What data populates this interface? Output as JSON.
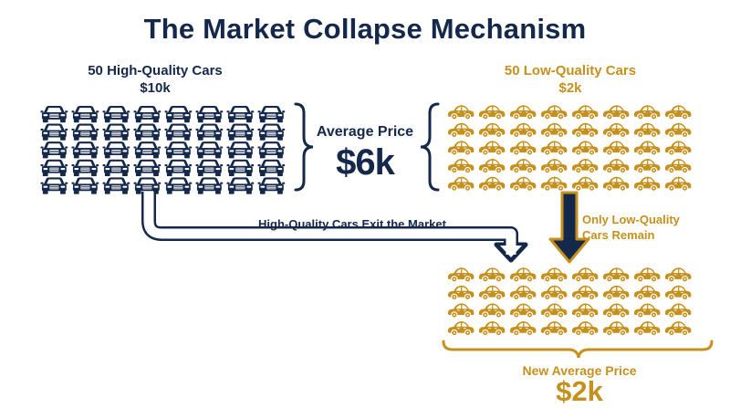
{
  "title": "The Market Collapse Mechanism",
  "high_quality": {
    "label": "50 High-Quality Cars",
    "price": "$10k",
    "car_icon": "sedan-front-icon",
    "rows": 5,
    "cols": 8,
    "color": "#14284b"
  },
  "low_quality": {
    "label": "50 Low-Quality Cars",
    "price": "$2k",
    "car_icon": "small-car-side-icon",
    "rows": 5,
    "cols": 8,
    "color": "#c6901d"
  },
  "average": {
    "label": "Average Price",
    "value": "$6k"
  },
  "exit_arrow_label": "High-Quality Cars Exit the Market",
  "remain_label": {
    "line1": "Only Low-Quality",
    "line2": "Cars Remain"
  },
  "remaining_group": {
    "rows": 4,
    "cols": 8
  },
  "new_average": {
    "label": "New Average Price",
    "value": "$2k"
  }
}
